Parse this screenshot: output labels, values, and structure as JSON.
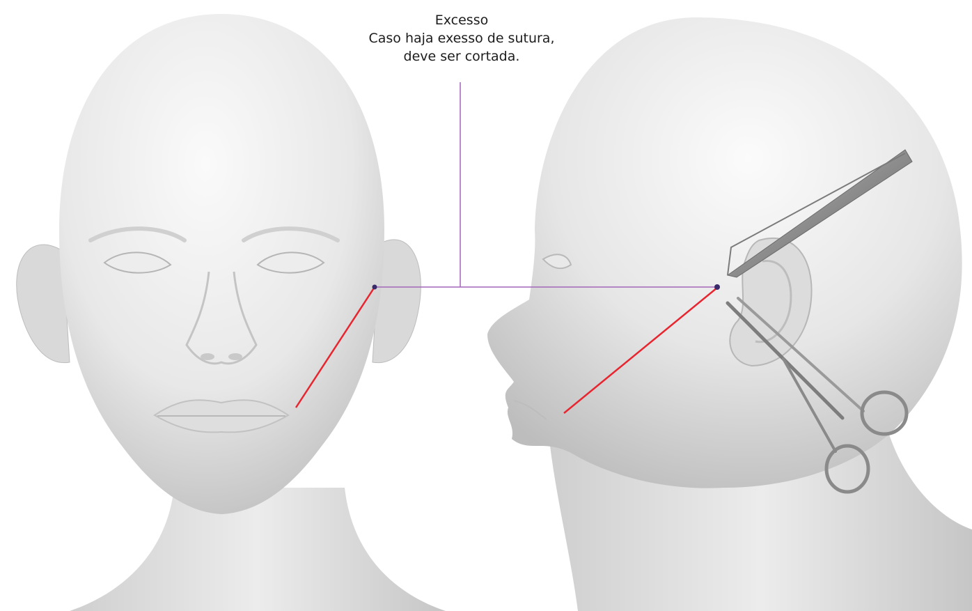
{
  "annotation": {
    "title": "Excesso",
    "body_line1": "Caso haja exesso de sutura,",
    "body_line2": "deve ser cortada."
  },
  "colors": {
    "background": "#ffffff",
    "head_light": "#f4f4f4",
    "head_shade": "#c9c9c9",
    "leader_line": "#9b59b6",
    "suture_line": "#e8252f",
    "suture_point": "#3a2a6b",
    "instrument_metal": "#8a8a8a"
  },
  "illustration": {
    "left_view": "front-view-head",
    "right_view": "side-view-head",
    "instruments": [
      "tweezers",
      "scissors"
    ]
  }
}
